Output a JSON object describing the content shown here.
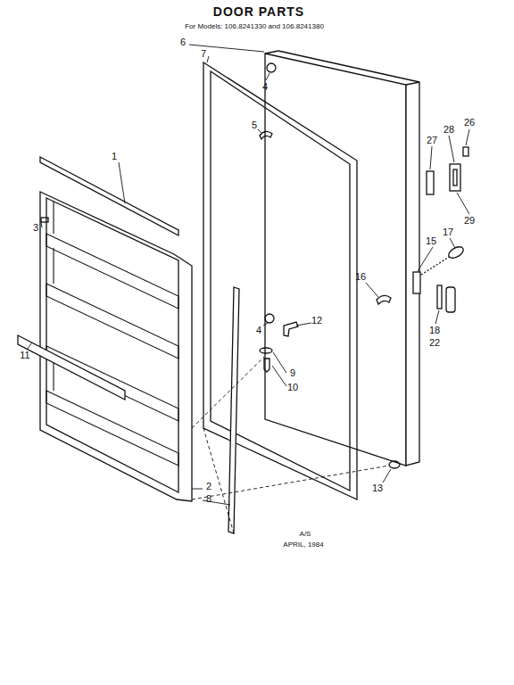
{
  "diagram": {
    "title": "DOOR PARTS",
    "labels": [
      "For Models: 106.8241330 and 106.8241380",
      "6",
      "7",
      "4",
      "5",
      "26",
      "28",
      "27",
      "29",
      "1",
      "3",
      "15",
      "17",
      "16",
      "12",
      "18",
      "22",
      "11",
      "4",
      "9",
      "10",
      "2",
      "8",
      "13",
      "A/S",
      "APRIL, 1984"
    ]
  }
}
